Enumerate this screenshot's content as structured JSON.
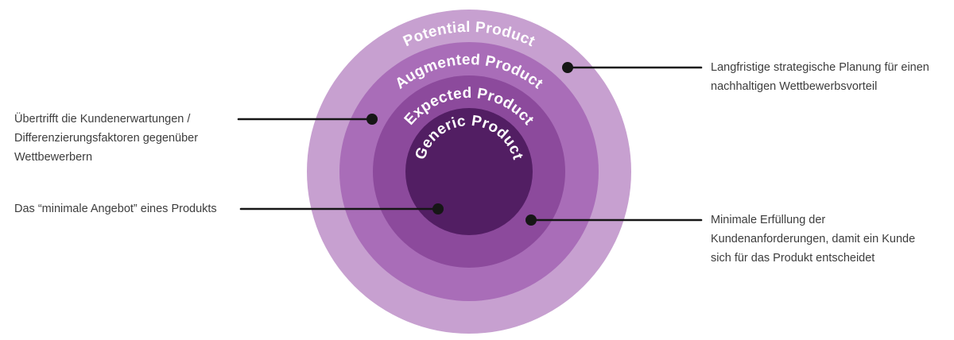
{
  "diagram": {
    "title": "Total Product Concept (concentric product levels)",
    "label_color": "#ffffff",
    "connector_color": "#161616",
    "rings": [
      {
        "label": "Potential Product",
        "color": "#c7a0d0"
      },
      {
        "label": "Augmented Product",
        "color": "#a96db8"
      },
      {
        "label": "Expected Product",
        "color": "#8c4a9c"
      },
      {
        "label": "Generic Product",
        "color": "#521e63"
      }
    ],
    "annotations": {
      "right_top": {
        "points_to": "Potential Product",
        "lines": [
          "Langfristige strategische Planung für einen",
          "nachhaltigen Wettbewerbsvorteil"
        ]
      },
      "left_top": {
        "points_to": "Augmented Product",
        "lines": [
          "Übertrifft die Kundenerwartungen /",
          "Differenzierungsfaktoren gegenüber",
          "Wettbewerbern"
        ]
      },
      "left_bottom": {
        "points_to": "Generic Product",
        "lines": [
          "Das “minimale Angebot” eines Produkts"
        ]
      },
      "right_bottom": {
        "points_to": "Expected Product",
        "lines": [
          "Minimale Erfüllung der",
          "Kundenanforderungen, damit ein Kunde",
          "sich für das Produkt entscheidet"
        ]
      }
    }
  }
}
